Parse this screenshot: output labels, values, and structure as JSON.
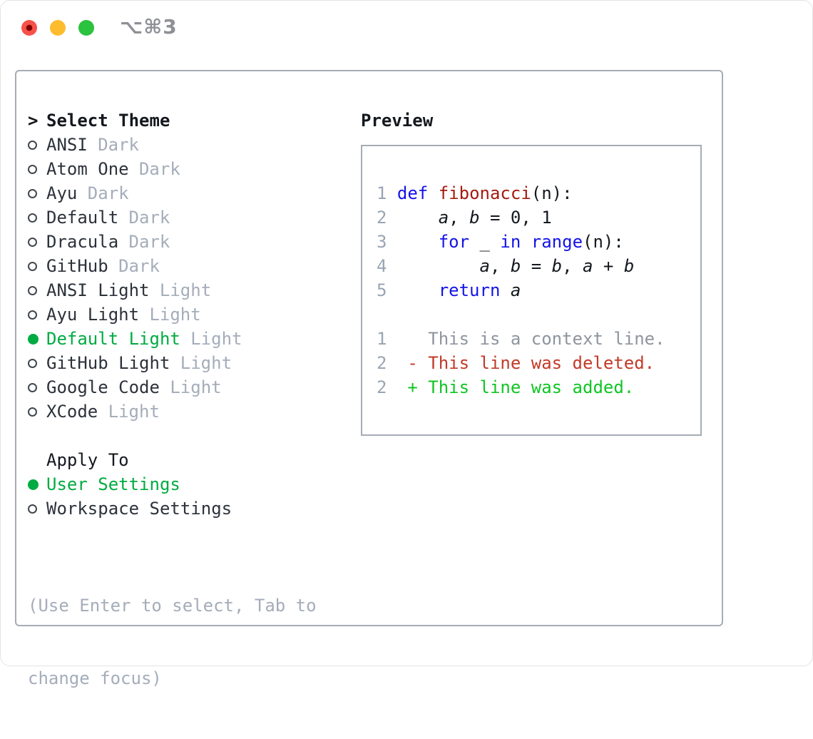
{
  "titlebar": {
    "shortcut": "⌥⌘3",
    "buttons": [
      {
        "name": "close",
        "color": "#f85149"
      },
      {
        "name": "minimize",
        "color": "#fdbc2e"
      },
      {
        "name": "zoom",
        "color": "#2bc23e"
      }
    ]
  },
  "colors": {
    "selection_green": "#00ab41",
    "diff_added_green": "#10c524",
    "diff_deleted_red": "#c23a28",
    "keyword_blue": "#1414e8",
    "function_red": "#a51a10",
    "muted_gray": "#a4adba",
    "line_number_gray": "#9aa5b3",
    "context_gray": "#8d959f",
    "border_gray": "#a5acb5",
    "text_dark": "#2c323b"
  },
  "theme_panel": {
    "prompt": ">",
    "title": "Select Theme",
    "themes": [
      {
        "name": "ANSI",
        "tag": "Dark",
        "selected": false
      },
      {
        "name": "Atom One",
        "tag": "Dark",
        "selected": false
      },
      {
        "name": "Ayu",
        "tag": "Dark",
        "selected": false
      },
      {
        "name": "Default",
        "tag": "Dark",
        "selected": false
      },
      {
        "name": "Dracula",
        "tag": "Dark",
        "selected": false
      },
      {
        "name": "GitHub",
        "tag": "Dark",
        "selected": false
      },
      {
        "name": "ANSI Light",
        "tag": "Light",
        "selected": false
      },
      {
        "name": "Ayu Light",
        "tag": "Light",
        "selected": false
      },
      {
        "name": "Default Light",
        "tag": "Light",
        "selected": true
      },
      {
        "name": "GitHub Light",
        "tag": "Light",
        "selected": false
      },
      {
        "name": "Google Code",
        "tag": "Light",
        "selected": false
      },
      {
        "name": "XCode",
        "tag": "Light",
        "selected": false
      }
    ],
    "apply_to": {
      "title": "Apply To",
      "options": [
        {
          "label": "User Settings",
          "selected": true
        },
        {
          "label": "Workspace Settings",
          "selected": false
        }
      ]
    },
    "help_lines": [
      "(Use Enter to select, Tab to",
      "change focus)"
    ]
  },
  "preview": {
    "title": "Preview",
    "lines": [
      {
        "type": "code",
        "tokens": [
          [
            "lineno",
            "1"
          ],
          [
            "plain",
            " "
          ],
          [
            "kw",
            "def"
          ],
          [
            "plain",
            " "
          ],
          [
            "fn",
            "fibonacci"
          ],
          [
            "plain",
            "(n):"
          ]
        ]
      },
      {
        "type": "code",
        "tokens": [
          [
            "lineno",
            "2"
          ],
          [
            "plain",
            "     "
          ],
          [
            "var",
            "a"
          ],
          [
            "plain",
            ", "
          ],
          [
            "var",
            "b"
          ],
          [
            "plain",
            " = 0, 1"
          ]
        ]
      },
      {
        "type": "code",
        "tokens": [
          [
            "lineno",
            "3"
          ],
          [
            "plain",
            "     "
          ],
          [
            "kw",
            "for"
          ],
          [
            "plain",
            " _ "
          ],
          [
            "kw",
            "in"
          ],
          [
            "plain",
            " "
          ],
          [
            "kw",
            "range"
          ],
          [
            "plain",
            "(n):"
          ]
        ]
      },
      {
        "type": "code",
        "tokens": [
          [
            "lineno",
            "4"
          ],
          [
            "plain",
            "         "
          ],
          [
            "var",
            "a"
          ],
          [
            "plain",
            ", "
          ],
          [
            "var",
            "b"
          ],
          [
            "plain",
            " = "
          ],
          [
            "var",
            "b"
          ],
          [
            "plain",
            ", "
          ],
          [
            "var",
            "a"
          ],
          [
            "plain",
            " + "
          ],
          [
            "var",
            "b"
          ]
        ]
      },
      {
        "type": "code",
        "tokens": [
          [
            "lineno",
            "5"
          ],
          [
            "plain",
            "     "
          ],
          [
            "kw",
            "return"
          ],
          [
            "plain",
            " "
          ],
          [
            "var",
            "a"
          ]
        ]
      },
      {
        "type": "blank",
        "tokens": []
      },
      {
        "type": "diff",
        "tokens": [
          [
            "lineno",
            "1"
          ],
          [
            "ctx",
            "    This is a context line."
          ]
        ]
      },
      {
        "type": "diff",
        "tokens": [
          [
            "lineno",
            "2"
          ],
          [
            "del",
            "  - This line was deleted."
          ]
        ]
      },
      {
        "type": "diff",
        "tokens": [
          [
            "lineno",
            "2"
          ],
          [
            "add",
            "  + This line was added."
          ]
        ]
      }
    ]
  }
}
